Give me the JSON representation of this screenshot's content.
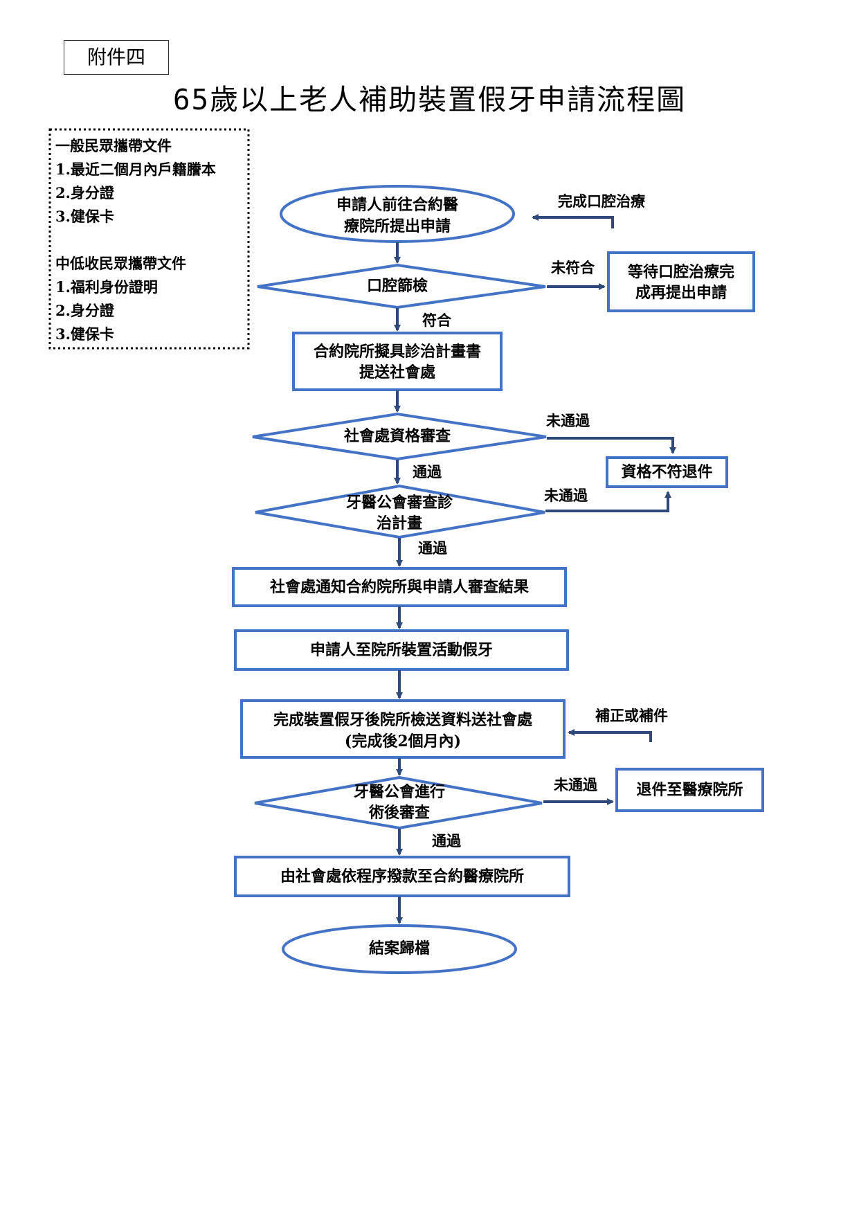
{
  "attachment_label": "附件四",
  "title": "65歲以上老人補助裝置假牙申請流程圖",
  "documents": {
    "general_heading": "一般民眾攜帶文件",
    "general_items": [
      "1.最近二個月內戶籍謄本",
      "2.身分證",
      "3.健保卡"
    ],
    "lowincome_heading": "中低收民眾攜帶文件",
    "lowincome_items": [
      "1.福利身份證明",
      "2.身分證",
      "3.健保卡"
    ]
  },
  "nodes": {
    "start": [
      "申請人前往合約醫",
      "療院所提出申請"
    ],
    "oral_screening": "口腔篩檢",
    "wait_treatment": [
      "等待口腔治療完",
      "成再提出申請"
    ],
    "treatment_plan": [
      "合約院所擬具診治計畫書",
      "提送社會處"
    ],
    "qualification_review": "社會處資格審查",
    "disqualified": "資格不符退件",
    "dental_assoc_review": [
      "牙醫公會審查診",
      "治計畫"
    ],
    "notify_result": "社會處通知合約院所與申請人審查結果",
    "install_denture": "申請人至院所裝置活動假牙",
    "submit_docs": [
      "完成裝置假牙後院所檢送資料送社會處",
      "(完成後2個月內)"
    ],
    "post_review": [
      "牙醫公會進行",
      "術後審查"
    ],
    "return_to_clinic": "退件至醫療院所",
    "disburse": "由社會處依程序撥款至合約醫療院所",
    "end": "結案歸檔"
  },
  "labels": {
    "complete_oral_treatment": "完成口腔治療",
    "not_meet": "未符合",
    "meet": "符合",
    "fail_1": "未通過",
    "pass_1": "通過",
    "fail_2": "未通過",
    "pass_2": "通過",
    "correct_or_supplement": "補正或補件",
    "fail_3": "未通過",
    "pass_3": "通過"
  },
  "colors": {
    "stroke": "#4472c4",
    "arrow": "#2e4a7a",
    "text": "#000000"
  }
}
